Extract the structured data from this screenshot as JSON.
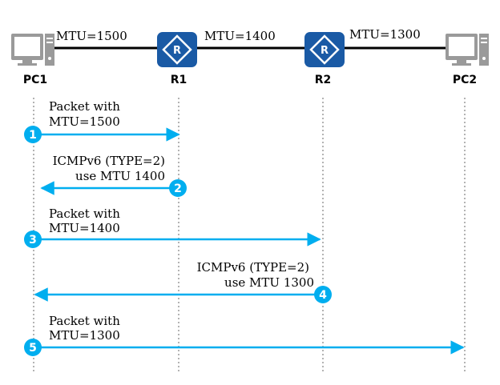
{
  "links": [
    {
      "label": "MTU=1500"
    },
    {
      "label": "MTU=1400"
    },
    {
      "label": "MTU=1300"
    }
  ],
  "nodes": [
    {
      "label": "PC1",
      "icon": "pc-icon"
    },
    {
      "label": "R1",
      "icon": "router-icon"
    },
    {
      "label": "R2",
      "icon": "router-icon"
    },
    {
      "label": "PC2",
      "icon": "pc-icon"
    }
  ],
  "steps": [
    {
      "number": "1",
      "line1": "Packet with",
      "line2": "MTU=1500"
    },
    {
      "number": "2",
      "line1": "ICMPv6 (TYPE=2)",
      "line2": "use MTU 1400"
    },
    {
      "number": "3",
      "line1": "Packet with",
      "line2": "MTU=1400"
    },
    {
      "number": "4",
      "line1": "ICMPv6 (TYPE=2)",
      "line2": "use MTU 1300"
    },
    {
      "number": "5",
      "line1": "Packet with",
      "line2": "MTU=1300"
    }
  ],
  "colors": {
    "arrow": "#00aeef",
    "router": "#1a5aa5",
    "pc_gray": "#9a9a9a",
    "lifeline": "#9a9a9a"
  }
}
